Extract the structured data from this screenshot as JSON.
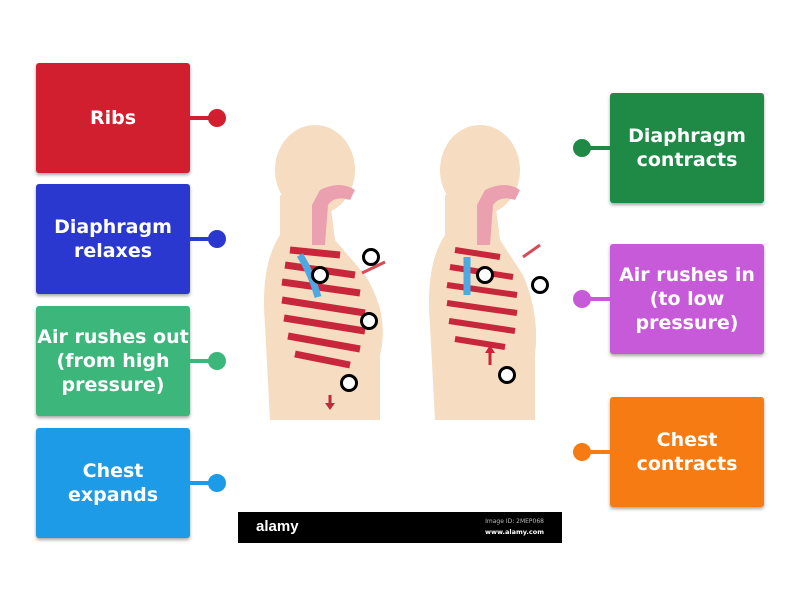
{
  "labels_left": [
    {
      "text": "Ribs",
      "color": "#d11f2f"
    },
    {
      "text": "Diaphragm relaxes",
      "color": "#2b38cf"
    },
    {
      "text": "Air rushes out (from high pressure)",
      "color": "#3cb67b"
    },
    {
      "text": "Chest expands",
      "color": "#1d9be6"
    }
  ],
  "labels_right": [
    {
      "text": "Diaphragm contracts",
      "color": "#1f8a45"
    },
    {
      "text": "Air rushes in (to low pressure)",
      "color": "#c65ad8"
    },
    {
      "text": "Chest contracts",
      "color": "#f57b12"
    }
  ],
  "watermark": {
    "logo": "alamy",
    "image_id": "Image ID: 2MEP068",
    "url": "www.alamy.com"
  }
}
